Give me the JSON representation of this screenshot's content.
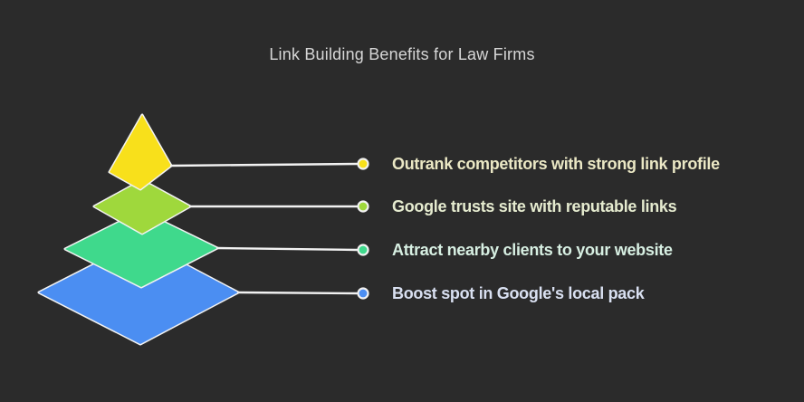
{
  "title": "Link Building Benefits for Law Firms",
  "colors": {
    "background": "#2b2b2b",
    "outline": "#f2f2f2",
    "title_text": "#d6d6d6"
  },
  "levels": [
    {
      "label": "Outrank competitors with strong link profile",
      "color": "#f8e01b",
      "label_color": "#ebe8c5"
    },
    {
      "label": "Google trusts site with reputable links",
      "color": "#9fd83c",
      "label_color": "#e5ebcf"
    },
    {
      "label": "Attract nearby clients to your website",
      "color": "#3fd98c",
      "label_color": "#d7efe2"
    },
    {
      "label": "Boost spot in Google's local pack",
      "color": "#4b8ef2",
      "label_color": "#d9e0f1"
    }
  ]
}
